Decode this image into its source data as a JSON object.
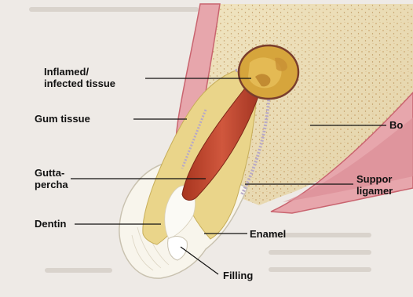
{
  "labels": {
    "inflamed_line1": "Inflamed/",
    "inflamed_line2": "infected tissue",
    "gum": "Gum tissue",
    "gutta_line1": "Gutta-",
    "gutta_line2": "percha",
    "dentin": "Dentin",
    "filling": "Filling",
    "enamel": "Enamel",
    "bone": "Bo",
    "support_line1": "Suppor",
    "support_line2": "ligamer"
  },
  "colors": {
    "page": "#eeeae6",
    "bone": "#e8dcb6",
    "bone_speckle": "#c9a36a",
    "gum": "#e7a6ac",
    "gum_edge": "#c9646f",
    "dentin": "#ead58a",
    "enamel": "#f8f5ec",
    "gutta_percha": "#c44a35",
    "infection": "#d6a53c",
    "infection_border": "#7a3e2c",
    "ligament": "#b7a9c7"
  }
}
